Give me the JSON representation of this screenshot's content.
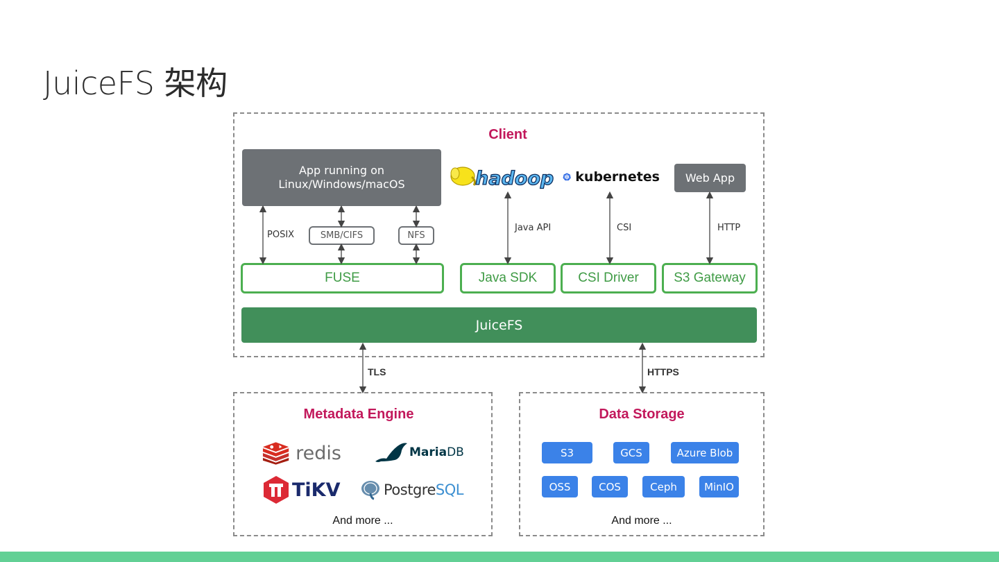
{
  "title": "JuiceFS 架构",
  "client": {
    "heading": "Client",
    "app_box": "App running on\nLinux/Windows/macOS",
    "app_line1": "App running on",
    "app_line2": "Linux/Windows/macOS",
    "protocols": {
      "posix": "POSIX",
      "smb": "SMB/CIFS",
      "nfs": "NFS"
    },
    "logos": {
      "hadoop": "hadoop",
      "kubernetes": "kubernetes"
    },
    "web_app": "Web App",
    "connections": {
      "java_api": "Java API",
      "csi": "CSI",
      "http": "HTTP"
    },
    "components": {
      "fuse": "FUSE",
      "java_sdk": "Java SDK",
      "csi_driver": "CSI Driver",
      "s3_gateway": "S3 Gateway"
    },
    "core": "JuiceFS"
  },
  "links": {
    "tls": "TLS",
    "https": "HTTPS"
  },
  "metadata": {
    "heading": "Metadata Engine",
    "engines": [
      "redis",
      "MariaDB",
      "TiKV",
      "PostgreSQL"
    ],
    "maria_prefix": "Maria",
    "maria_suffix": "DB",
    "pg_prefix": "Postgre",
    "pg_suffix": "SQL",
    "more": "And more ..."
  },
  "storage": {
    "heading": "Data Storage",
    "row1": [
      "S3",
      "GCS",
      "Azure Blob"
    ],
    "row2": [
      "OSS",
      "COS",
      "Ceph",
      "MinIO"
    ],
    "more": "And more ..."
  },
  "colors": {
    "accent_heading": "#c2185b",
    "green_outline": "#4caf50",
    "juicefs_bar": "#418f5a",
    "storage_blue": "#3b82e8",
    "footer": "#62d095",
    "gray_box": "#6d7175"
  }
}
